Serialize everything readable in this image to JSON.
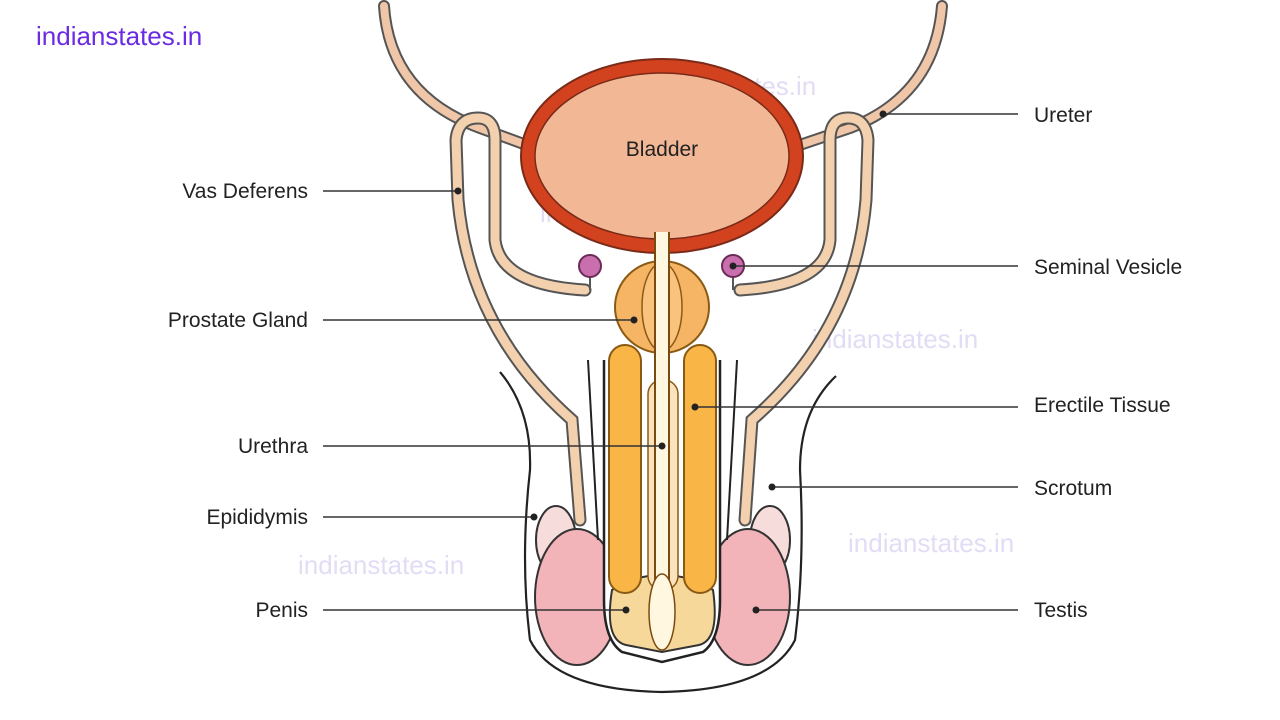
{
  "site_logo": "indianstates.in",
  "watermark": "indianstates.in",
  "colors": {
    "logo": "#6a2be2",
    "watermark": "#e2dcf5",
    "bladder_wall": "#d2421f",
    "bladder_fill": "#f2b896",
    "ureter": "#f0c6a8",
    "vas_deferens": "#f4d1ae",
    "prostate": "#f6b565",
    "erectile_tissue": "#f9b546",
    "testis": "#f2b3b9",
    "seminal_vesicle": "#c96fae"
  },
  "labels": {
    "bladder": "Bladder",
    "ureter": "Ureter",
    "vas_deferens": "Vas Deferens",
    "seminal_vesicle": "Seminal Vesicle",
    "prostate_gland": "Prostate Gland",
    "erectile_tissue": "Erectile Tissue",
    "urethra": "Urethra",
    "scrotum": "Scrotum",
    "epididymis": "Epididymis",
    "testis": "Testis",
    "penis": "Penis"
  }
}
